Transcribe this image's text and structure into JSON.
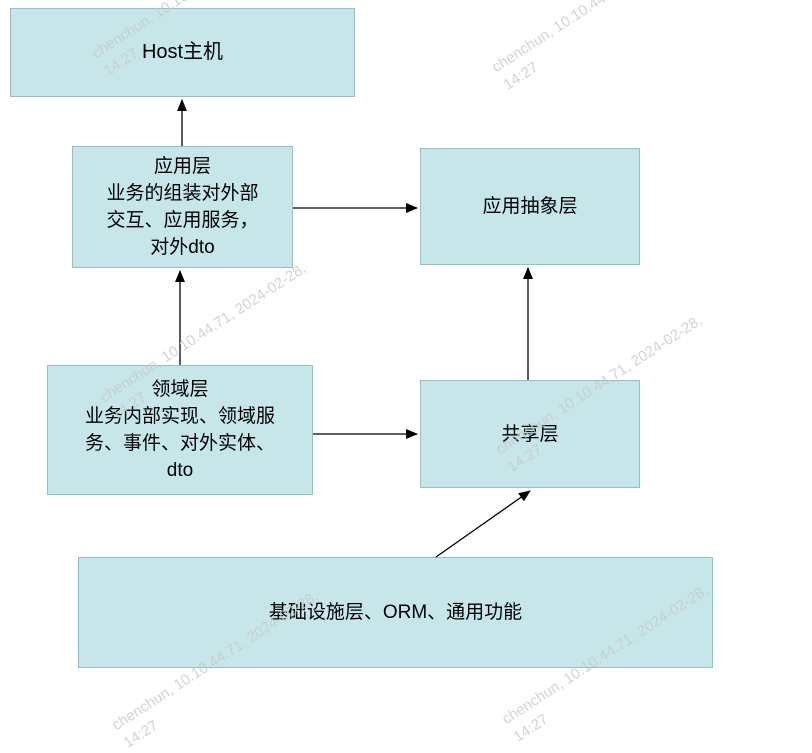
{
  "nodes": {
    "host": {
      "label": "Host主机"
    },
    "application": {
      "label": "应用层\n业务的组装对外部\n交互、应用服务，\n对外dto"
    },
    "app_abstraction": {
      "label": "应用抽象层"
    },
    "domain": {
      "label": "领域层\n业务内部实现、领域服\n务、事件、对外实体、\ndto"
    },
    "shared": {
      "label": "共享层"
    },
    "infrastructure": {
      "label": "基础设施层、ORM、通用功能"
    }
  },
  "edges": [
    {
      "from": "application",
      "to": "host"
    },
    {
      "from": "application",
      "to": "app_abstraction"
    },
    {
      "from": "domain",
      "to": "application"
    },
    {
      "from": "domain",
      "to": "shared"
    },
    {
      "from": "shared",
      "to": "app_abstraction"
    },
    {
      "from": "infrastructure",
      "to": "shared"
    }
  ],
  "colors": {
    "node_fill": "#c7e6ea",
    "node_border": "#93bfc6",
    "arrow": "#000000",
    "watermark": "#c9c9c9"
  },
  "watermark": {
    "line1": "chenchun, 10.10.44.71, 2024-02-28,",
    "line2": "14:27"
  }
}
